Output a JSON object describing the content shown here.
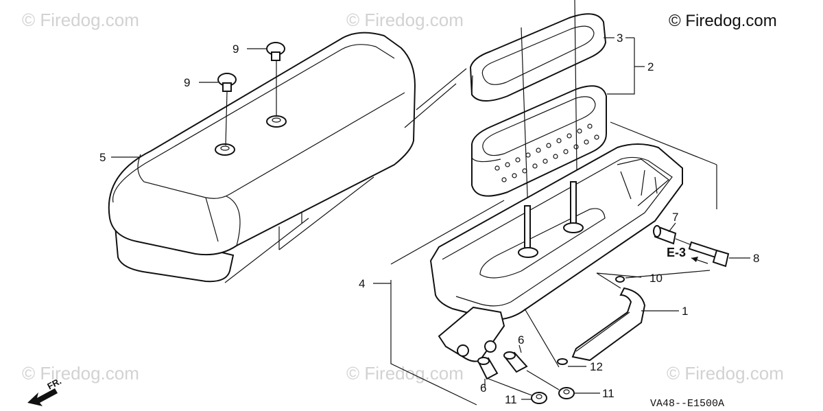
{
  "watermarks": [
    "© Firedog.com",
    "© Firedog.com",
    "© Firedog.com",
    "© Firedog.com",
    "© Firedog.com"
  ],
  "brand": "© Firedog.com",
  "diagram_code": "VA48--E1500A",
  "ref_label": "E-3",
  "direction_label": "FR.",
  "callouts": {
    "p1": "1",
    "p2": "2",
    "p3": "3",
    "p4": "4",
    "p5": "5",
    "p6a": "6",
    "p6b": "6",
    "p7": "7",
    "p8": "8",
    "p9a": "9",
    "p9b": "9",
    "p10": "10",
    "p11a": "11",
    "p11b": "11",
    "p12": "12"
  }
}
